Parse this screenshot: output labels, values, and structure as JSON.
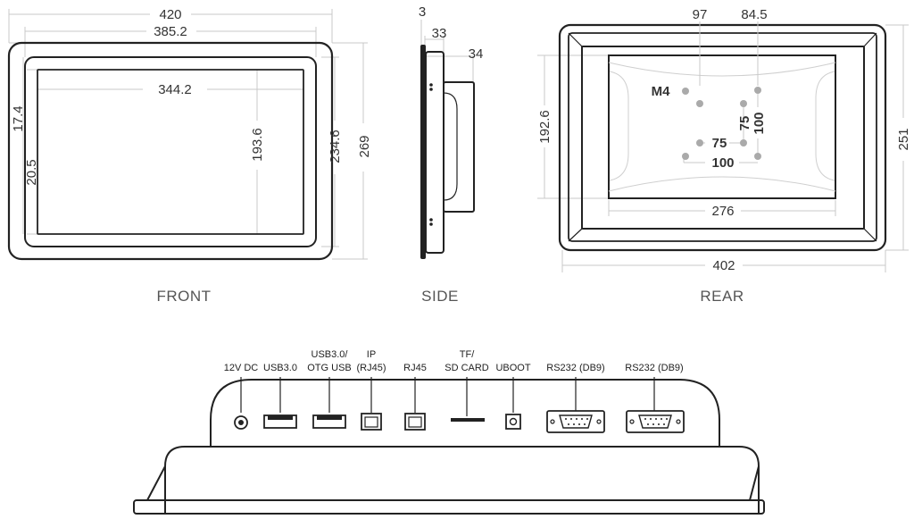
{
  "views": {
    "front": "FRONT",
    "side": "SIDE",
    "rear": "REAR"
  },
  "front": {
    "width_outer": "420",
    "width_bezel": "385.2",
    "width_screen": "344.2",
    "height_screen": "193.6",
    "height_bezel": "234.6",
    "height_outer": "269",
    "bezel_top": "17.4",
    "bezel_side": "20.5"
  },
  "side": {
    "d1": "3",
    "d2": "33",
    "d3": "34"
  },
  "rear": {
    "mount_label": "M4",
    "vesa_small_x": "97",
    "vesa_large_x": "84.5",
    "v75": "75",
    "v100": "100",
    "h75": "75",
    "h100": "100",
    "plate_width": "276",
    "plate_height": "192.6",
    "outer_width": "402",
    "outer_height": "251"
  },
  "ports": [
    "12V DC",
    "USB3.0",
    "USB3.0/",
    "OTG USB",
    "IP",
    "(RJ45)",
    "RJ45",
    "TF/",
    "SD CARD",
    "UBOOT",
    "RS232 (DB9)",
    "RS232 (DB9)"
  ]
}
